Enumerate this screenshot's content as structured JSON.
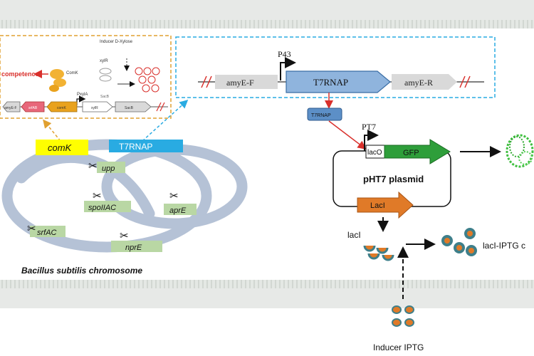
{
  "colors": {
    "membrane": "#d6dcd8",
    "chromosome": "#b5c2d6",
    "comk": "#ffff00",
    "t7rnap_blue": "#29abe2",
    "gfp_green": "#2e9e3a",
    "laci_orange": "#e07a28",
    "teal": "#3e7f8a",
    "red": "#d9302c",
    "dash_orange": "#e0a030",
    "dash_blue": "#29abe2"
  },
  "inset_left": {
    "competence": "competence",
    "comk_protein": "ComK",
    "inducer": "Inducer D-Xylose",
    "xylr": "xylR",
    "pxyla": "PxylA",
    "gene_xylr": "xylR",
    "gene_comk": "comK",
    "gene_sacb": "SacB",
    "gene_srfab": "srfAB",
    "gene_end": "amyE-F",
    "gene_sacb2": "SacB"
  },
  "inset_right": {
    "promoter": "P43",
    "amy_f": "amyE-F",
    "t7rnap": "T7RNAP",
    "amy_r": "amyE-R"
  },
  "chromosome": {
    "comk_label": "comK",
    "t7rnap_label": "T7RNAP",
    "loci": [
      "upp",
      "spoIIAC",
      "aprE",
      "srfAC",
      "nprE"
    ],
    "caption": "Bacillus subtilis chromosome"
  },
  "plasmid": {
    "polymerase_box": "T7RNAP",
    "promoter": "PT7",
    "operator": "lacO",
    "gene": "GFP",
    "name": "pHT7 plasmid",
    "repressor_gene": "LacI"
  },
  "induction": {
    "repressor": "lacI",
    "complex": "lacI-IPTG c",
    "inducer": "Inducer IPTG"
  }
}
